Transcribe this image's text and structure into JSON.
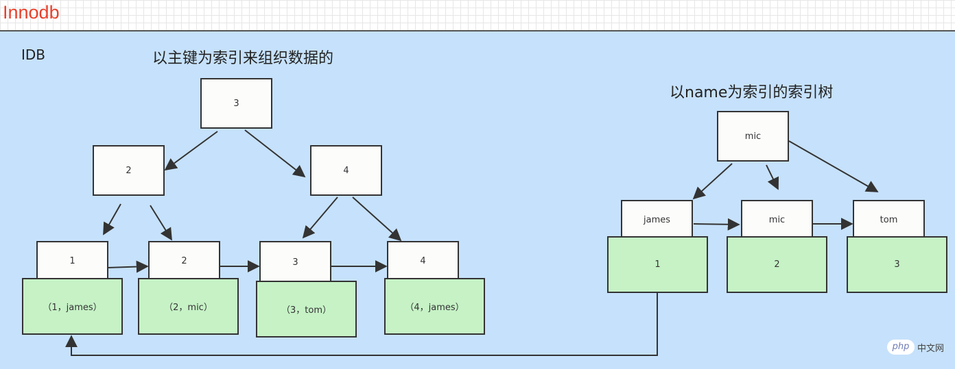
{
  "title": "Innodb",
  "idb_label": "IDB",
  "primary": {
    "heading": "以主键为索引来组织数据的",
    "root": "3",
    "level1": [
      "2",
      "4"
    ],
    "leaves": [
      {
        "key": "1",
        "row": "（1，james）"
      },
      {
        "key": "2",
        "row": "（2，mic）"
      },
      {
        "key": "3",
        "row": "（3，tom）"
      },
      {
        "key": "4",
        "row": "（4，james）"
      }
    ]
  },
  "secondary": {
    "heading": "以name为索引的索引树",
    "root": "mic",
    "leaves": [
      {
        "key": "james",
        "pk": "1"
      },
      {
        "key": "mic",
        "pk": "2"
      },
      {
        "key": "tom",
        "pk": "3"
      }
    ]
  },
  "watermark": {
    "logo": "php",
    "text": "中文网"
  },
  "colors": {
    "title": "#e8412c",
    "panel": "#c6e1fb",
    "node": "#fcfcfb",
    "row": "#c6f2c6",
    "edge": "#333333"
  }
}
